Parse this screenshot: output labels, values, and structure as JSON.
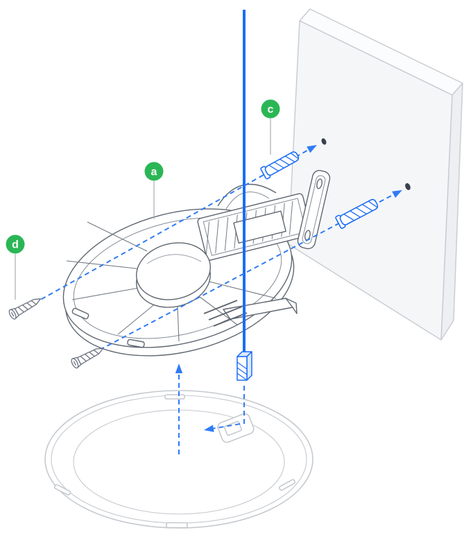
{
  "diagram": {
    "labels": {
      "a": "a",
      "c": "c",
      "d": "d"
    },
    "colors": {
      "accent_green": "#2BB656",
      "accent_blue": "#1A6DF5",
      "guide_blue": "#2F7BF4",
      "bracket_line": "#5E6670",
      "device_line": "#C5C9CF",
      "wall_fill": "#F5F6F8",
      "wall_edge": "#C9CDD3",
      "hole_color": "#39414B"
    }
  }
}
